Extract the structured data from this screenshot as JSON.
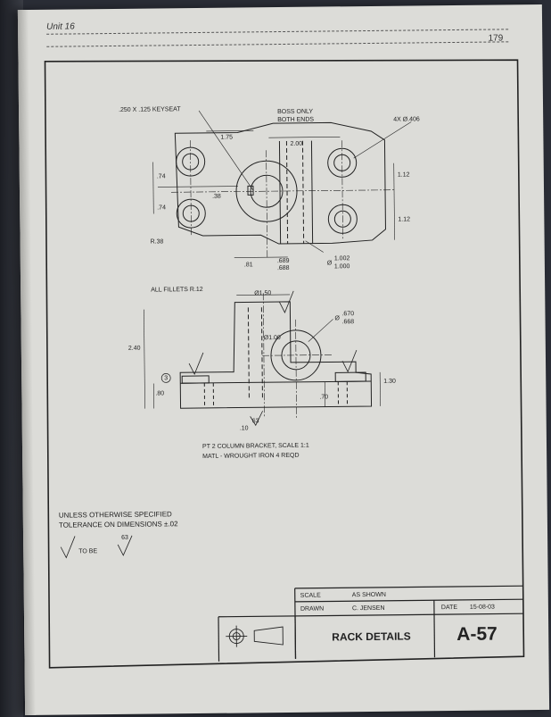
{
  "header": {
    "unit": "Unit 16",
    "page_number": "179"
  },
  "top_view": {
    "keyseat_note": ".250 X .125 KEYSEAT",
    "boss_note_line1": "BOSS ONLY",
    "boss_note_line2": "BOTH ENDS",
    "holes_note": "4X Ø.406",
    "dim_175": "1.75",
    "dim_200": "2.00",
    "dim_074a": ".74",
    "dim_038": ".38",
    "dim_074b": ".74",
    "dim_112a": "1.12",
    "dim_112b": "1.12",
    "radius_note": "R.38",
    "dim_081": ".81",
    "key_width_upper": ".689",
    "key_width_lower": ".688",
    "bore_prefix": "Ø",
    "bore_upper": "1.002",
    "bore_lower": "1.000"
  },
  "front_view": {
    "fillets_note": "ALL FILLETS R.12",
    "dim_150": "Ø1.50",
    "dim_670_prefix": "Ø",
    "dim_670": ".670",
    "dim_668": ".668",
    "dim_100": "Ø1.00",
    "dim_240": "2.40",
    "dim_130": "1.30",
    "dim_080": ".80",
    "balloon": "3",
    "dim_070": ".70",
    "finish_63": "63",
    "finish_10": ".10"
  },
  "part_info": {
    "line1": "PT 2   COLUMN BRACKET,   SCALE 1:1",
    "line2": "MATL - WROUGHT IRON   4 REQD"
  },
  "notes": {
    "line1": "UNLESS OTHERWISE SPECIFIED",
    "line2": "TOLERANCE ON DIMENSIONS ±.02",
    "finish_label": "TO BE",
    "finish_value": "63"
  },
  "title_block": {
    "scale_label": "SCALE",
    "scale_value": "AS SHOWN",
    "drawn_label": "DRAWN",
    "drawn_value": "C. JENSEN",
    "date_label": "DATE",
    "date_value": "15-08-03",
    "title": "RACK DETAILS",
    "sheet": "A-57"
  }
}
